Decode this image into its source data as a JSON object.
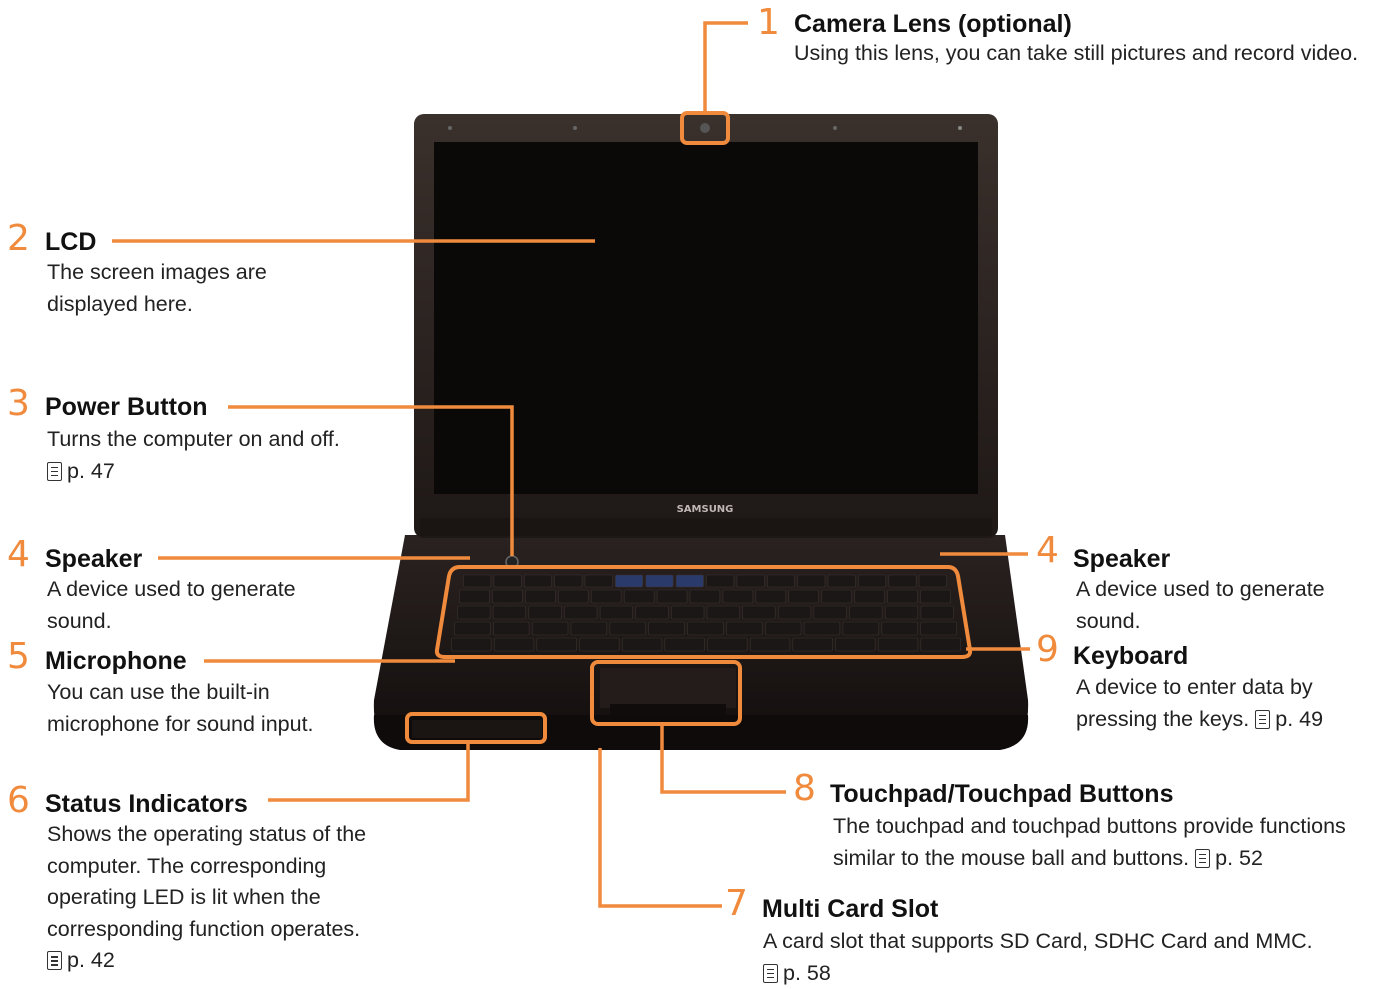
{
  "accent_color": "#f08a3c",
  "laptop": {
    "brand": "SAMSUNG"
  },
  "callouts": {
    "camera": {
      "num": "1",
      "title": "Camera Lens (optional)",
      "desc": "Using this lens, you can take still pictures and record video.",
      "ref": ""
    },
    "lcd": {
      "num": "2",
      "title": "LCD",
      "desc": "The screen images are displayed here.",
      "ref": ""
    },
    "power": {
      "num": "3",
      "title": "Power Button",
      "desc": "Turns the computer on and off.",
      "ref": "p. 47"
    },
    "speaker_left": {
      "num": "4",
      "title": "Speaker",
      "desc": "A device used to generate sound.",
      "ref": ""
    },
    "speaker_right": {
      "num": "4",
      "title": "Speaker",
      "desc": "A device used to generate sound.",
      "ref": ""
    },
    "microphone": {
      "num": "5",
      "title": "Microphone",
      "desc": "You can use the built-in microphone for sound input.",
      "ref": ""
    },
    "status": {
      "num": "6",
      "title": "Status Indicators",
      "desc": "Shows the operating status of the computer. The corresponding operating LED is lit when the corresponding function operates.",
      "ref": "p. 42"
    },
    "cardslot": {
      "num": "7",
      "title": "Multi Card Slot",
      "desc": "A card slot that supports SD Card, SDHC Card and MMC.",
      "ref": "p. 58"
    },
    "touchpad": {
      "num": "8",
      "title": "Touchpad/Touchpad Buttons",
      "desc": "The touchpad and touchpad buttons provide functions similar to the mouse ball and buttons.",
      "ref": "p. 52"
    },
    "keyboard": {
      "num": "9",
      "title": "Keyboard",
      "desc": "A device to enter data by pressing the keys.",
      "ref": "p. 49"
    }
  }
}
